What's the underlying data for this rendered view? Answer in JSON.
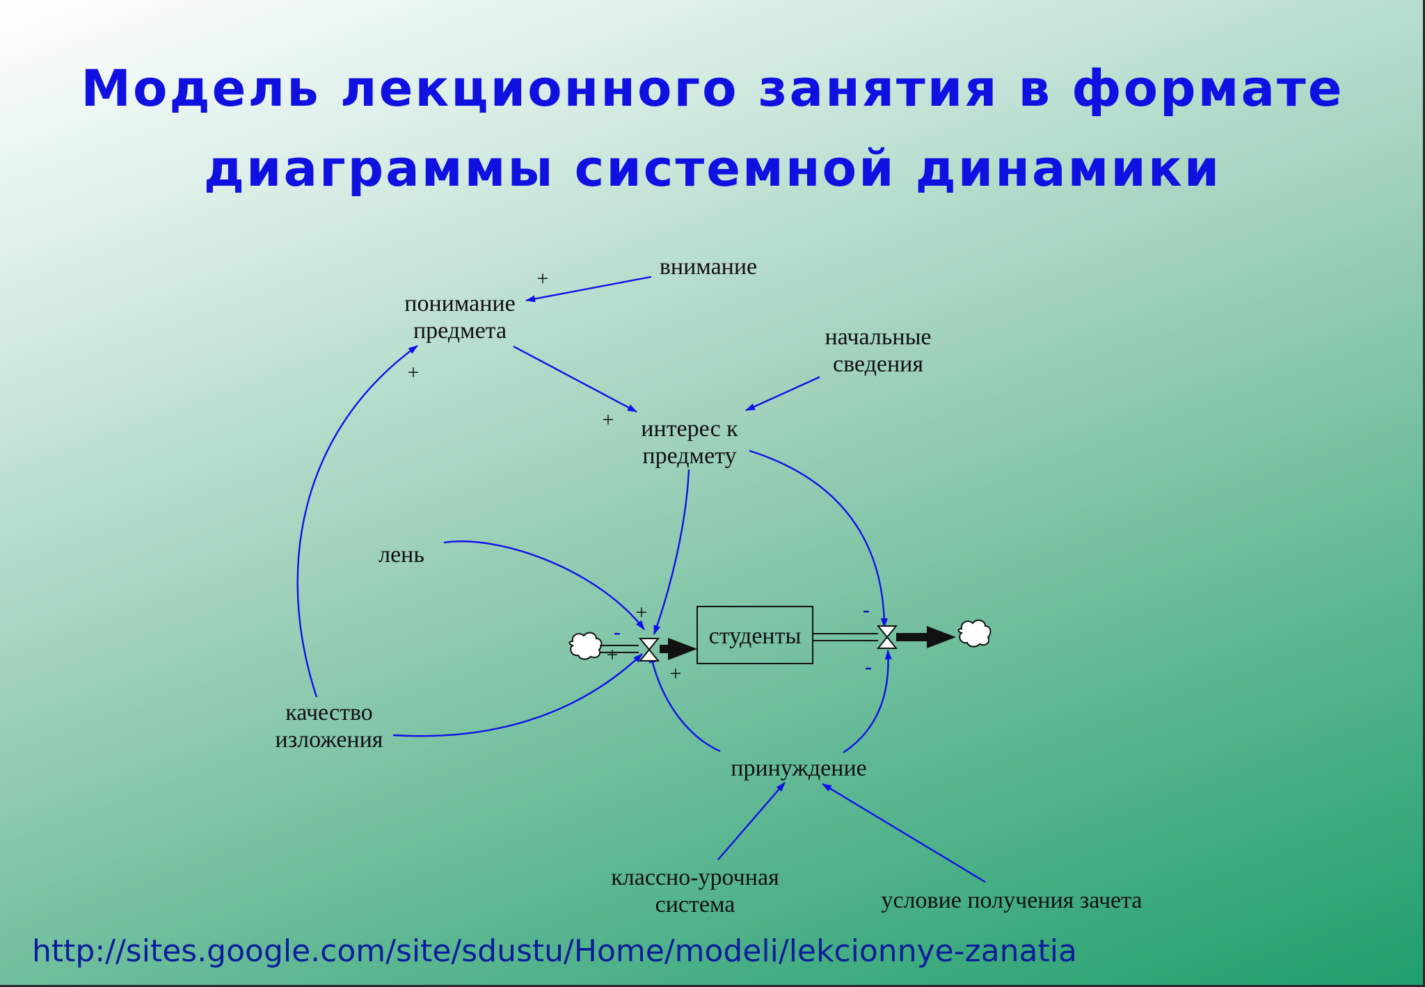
{
  "title": {
    "line1": "Модель лекционного занятия в формате",
    "line2": "диаграммы системной динамики"
  },
  "diagram": {
    "stock": "студенты",
    "nodes": {
      "attention": "внимание",
      "understanding_1": "понимание",
      "understanding_2": "предмета",
      "initial_1": "начальные",
      "initial_2": "сведения",
      "interest_1": "интерес к",
      "interest_2": "предмету",
      "laziness": "лень",
      "quality_1": "качество",
      "quality_2": "изложения",
      "coercion": "принуждение",
      "classroom_1": "классно-урочная",
      "classroom_2": "система",
      "credit": "условие получения зачета"
    },
    "polarities": {
      "attention_to_understanding": "+",
      "quality_to_understanding": "+",
      "understanding_to_interest": "+",
      "interest_to_inflow": "+",
      "laziness_to_inflow": "-",
      "quality_to_inflow": "+",
      "coercion_to_inflow": "+",
      "interest_to_outflow": "-",
      "coercion_to_outflow": "-"
    },
    "colors": {
      "link": "#1010e8",
      "title": "#1010e0",
      "url": "#0a1d9a"
    }
  },
  "footer": {
    "url": "http://sites.google.com/site/sdustu/Home/modeli/lekcionnye-zanatia"
  }
}
